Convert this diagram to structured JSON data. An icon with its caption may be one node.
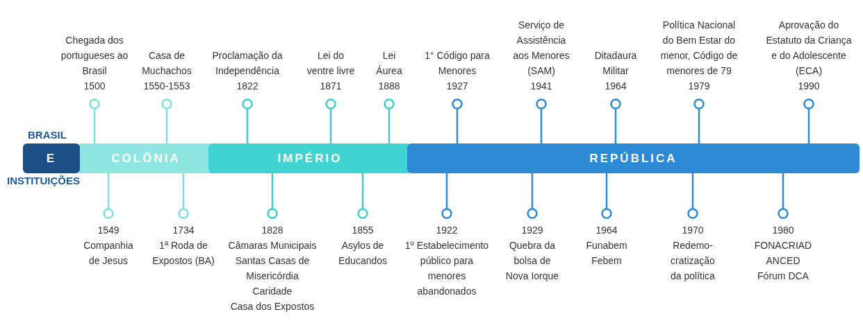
{
  "diagram": {
    "nodes": [
      {
        "text": [
          "E"
        ]
      },
      {
        "text": [
          "COLÔNIA"
        ]
      },
      {
        "text": [
          "IMPÉRIO"
        ]
      },
      {
        "text": [
          "REPÚBLICA"
        ]
      },
      {
        "text": [
          "Chegada dos portugueses ao Brasil",
          "1500"
        ]
      },
      {
        "text": [
          "Casa de Muchachos",
          "1550-1553"
        ]
      },
      {
        "text": [
          "Proclamação da Independência",
          "1822"
        ]
      },
      {
        "text": [
          "Lei do ventre livre",
          "1871"
        ]
      },
      {
        "text": [
          "Lei Áurea",
          "1888"
        ]
      },
      {
        "text": [
          "1° Código para Menores",
          "1927"
        ]
      },
      {
        "text": [
          "Serviço de Assistência aos Menores (SAM)",
          "1941"
        ]
      },
      {
        "text": [
          "Ditadaura Militar",
          "1964"
        ]
      },
      {
        "text": [
          "Política Nacional do Bem Estar do menor, Código de menores de 79",
          "1979"
        ]
      },
      {
        "text": [
          "Aprovação do Estatuto da Criança e do Adolescente (ECA)",
          "1990"
        ]
      },
      {
        "text": [
          "1549",
          "Companhia de Jesus"
        ]
      },
      {
        "text": [
          "1734",
          "1ª Roda de Expostos (BA)"
        ]
      },
      {
        "text": [
          "1828",
          "Câmaras Municipais",
          "Santas Casas de Misericórdia",
          "Caridade",
          "Casa dos Expostos"
        ]
      },
      {
        "text": [
          "1855",
          "Asylos de Educandos"
        ]
      },
      {
        "text": [
          "1922",
          "1º Estabelecimento público para menores abandonados"
        ]
      },
      {
        "text": [
          "1929",
          "Quebra da bolsa de Nova Iorque"
        ]
      },
      {
        "text": [
          "1964",
          "Funabem",
          "Febem"
        ]
      },
      {
        "text": [
          "1970",
          "Redemo- cratização da política"
        ]
      },
      {
        "text": [
          "1980",
          "FONACRIAD",
          "ANCED",
          "Fórum DCA"
        ]
      }
    ],
    "edges": [
      {
        "from": 4,
        "to": 1,
        "arrow": "other",
        "color": "#7fe0dd"
      },
      {
        "from": 5,
        "to": 1,
        "arrow": "other",
        "color": "#7fe0dd"
      },
      {
        "from": 6,
        "to": 2,
        "arrow": "other",
        "color": "#3ccfcc"
      },
      {
        "from": 7,
        "to": 2,
        "arrow": "other",
        "color": "#3ccfcc"
      },
      {
        "from": 8,
        "to": 2,
        "arrow": "other",
        "color": "#3ccfcc"
      },
      {
        "from": 9,
        "to": 3,
        "arrow": "other"
      },
      {
        "from": 10,
        "to": 3,
        "arrow": "other"
      },
      {
        "from": 11,
        "to": 3,
        "arrow": "other"
      },
      {
        "from": 12,
        "to": 3,
        "arrow": "other"
      },
      {
        "from": 13,
        "to": 3,
        "arrow": "other"
      },
      {
        "from": 14,
        "to": 1,
        "arrow": "other",
        "color": "#7fe0dd"
      },
      {
        "from": 15,
        "to": 1,
        "arrow": "other",
        "color": "#7fe0dd"
      },
      {
        "from": 16,
        "to": 2,
        "arrow": "other",
        "color": "#3ccfcc"
      },
      {
        "from": 17,
        "to": 2,
        "arrow": "other",
        "color": "#3ccfcc"
      },
      {
        "from": 18,
        "to": 3,
        "arrow": "other"
      },
      {
        "from": 19,
        "to": 3,
        "arrow": "other"
      },
      {
        "from": 20,
        "to": 3,
        "arrow": "other"
      },
      {
        "from": 21,
        "to": 3,
        "arrow": "other"
      },
      {
        "from": 22,
        "to": 3,
        "arrow": "other"
      }
    ],
    "labels": [
      "BRASIL",
      "INSTITUIÇÕES"
    ]
  }
}
